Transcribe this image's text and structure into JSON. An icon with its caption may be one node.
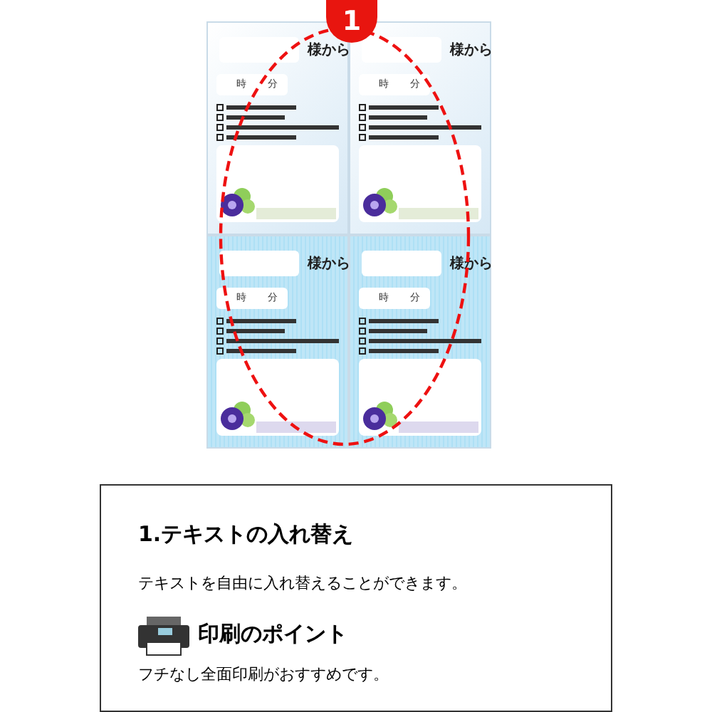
{
  "diagram": {
    "labels": [
      "1",
      "様から",
      "時",
      "分",
      "様から",
      "時",
      "分",
      "様から",
      "時",
      "分",
      "様から",
      "時",
      "分",
      "1.テキストの入れ替え",
      "テキストを自由に入れ替えることができます。",
      "印刷のポイント",
      "フチなし全面印刷がおすすめです。"
    ]
  }
}
